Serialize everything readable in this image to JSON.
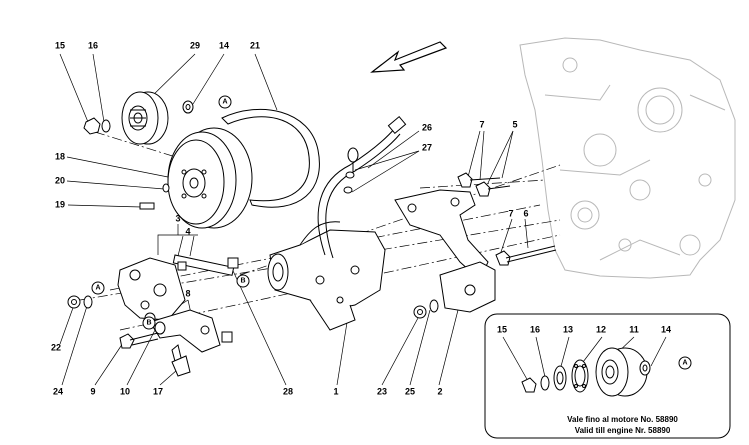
{
  "diagram": {
    "callouts": [
      "1",
      "2",
      "3",
      "4",
      "5",
      "6",
      "7",
      "8",
      "9",
      "10",
      "11",
      "12",
      "13",
      "14",
      "15",
      "16",
      "17",
      "18",
      "19",
      "20",
      "21",
      "22",
      "23",
      "24",
      "25",
      "26",
      "27",
      "28",
      "29"
    ],
    "references": [
      "A",
      "B"
    ],
    "inset": {
      "callouts": [
        "15",
        "16",
        "13",
        "12",
        "11",
        "14"
      ],
      "note_line1": "Vale fino al motore No. 58890",
      "note_line2": "Valid till engine Nr. 58890"
    }
  },
  "colors": {
    "ink": "#000000",
    "ghost": "#b8b8b8",
    "background": "#ffffff"
  }
}
